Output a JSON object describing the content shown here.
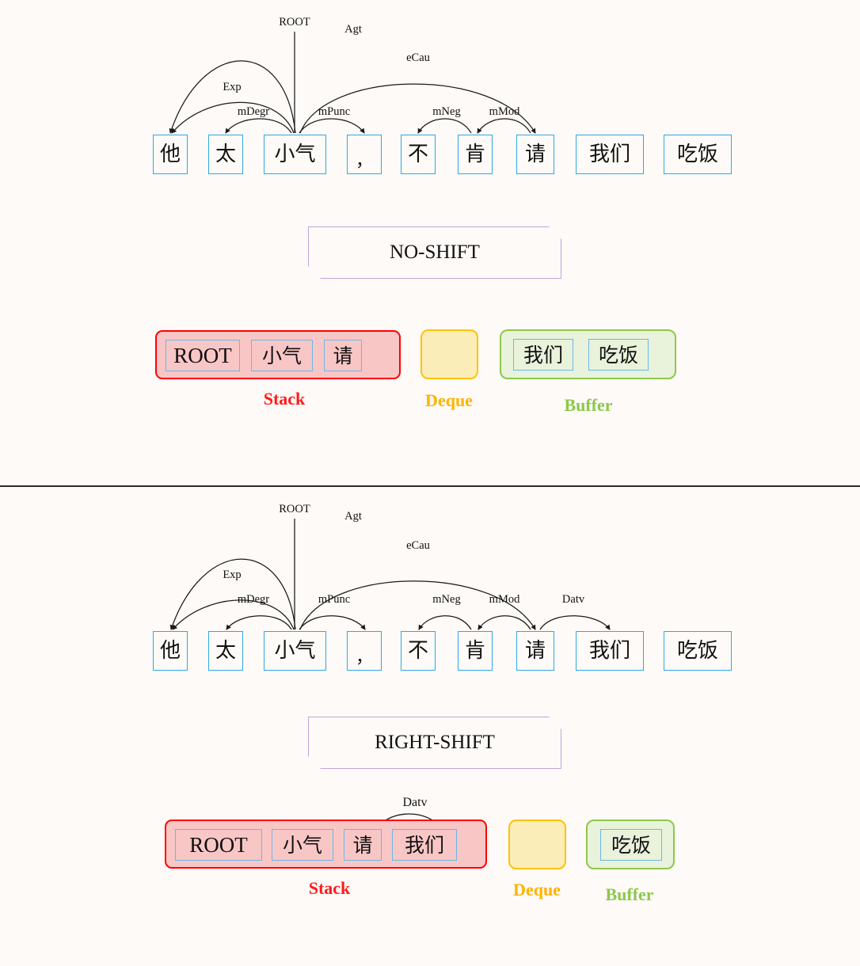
{
  "meta": {
    "background": "#FDFAF7",
    "word_box_border": "#2FA8E8",
    "arc_color": "#1b1b1b",
    "action_border": "#BFA3DC",
    "stack_border": "#FF0000",
    "stack_fill": "#F9C6C6",
    "deque_border": "#FFC107",
    "deque_fill": "#FBEDB7",
    "buffer_border": "#8DC84A",
    "buffer_fill": "#E9F2DA"
  },
  "sentence": {
    "tokens": [
      "他",
      "太",
      "小气",
      "，",
      "不",
      "肯",
      "请",
      "我们",
      "吃饭"
    ]
  },
  "panel_top": {
    "tree": {
      "root_label": "ROOT",
      "arcs": [
        {
          "label": "Agt",
          "head": "小气",
          "dep": "他"
        },
        {
          "label": "Exp",
          "head": "小气",
          "dep": "他"
        },
        {
          "label": "mDegr",
          "head": "小气",
          "dep": "太"
        },
        {
          "label": "mPunc",
          "head": "小气",
          "dep": "，"
        },
        {
          "label": "eCau",
          "head": "小气",
          "dep": "请"
        },
        {
          "label": "mNeg",
          "head": "肯",
          "dep": "不"
        },
        {
          "label": "mMod",
          "head": "请",
          "dep": "肯"
        }
      ],
      "labels": [
        "ROOT",
        "Agt",
        "eCau",
        "Exp",
        "mDegr",
        "mPunc",
        "mNeg",
        "mMod"
      ]
    },
    "action": {
      "label": "NO-SHIFT"
    },
    "stack": {
      "caption": "Stack",
      "items": [
        "ROOT",
        "小气",
        "请"
      ]
    },
    "deque": {
      "caption": "Deque",
      "items": []
    },
    "buffer": {
      "caption": "Buffer",
      "items": [
        "我们",
        "吃饭"
      ]
    }
  },
  "panel_bottom": {
    "tree": {
      "root_label": "ROOT",
      "arcs": [
        {
          "label": "Agt",
          "head": "小气",
          "dep": "他"
        },
        {
          "label": "Exp",
          "head": "小气",
          "dep": "他"
        },
        {
          "label": "mDegr",
          "head": "小气",
          "dep": "太"
        },
        {
          "label": "mPunc",
          "head": "小气",
          "dep": "，"
        },
        {
          "label": "eCau",
          "head": "小气",
          "dep": "请"
        },
        {
          "label": "mNeg",
          "head": "肯",
          "dep": "不"
        },
        {
          "label": "mMod",
          "head": "请",
          "dep": "肯"
        },
        {
          "label": "Datv",
          "head": "请",
          "dep": "我们"
        }
      ],
      "labels": [
        "ROOT",
        "Agt",
        "eCau",
        "Exp",
        "mDegr",
        "mPunc",
        "mNeg",
        "mMod",
        "Datv"
      ]
    },
    "action": {
      "label": "RIGHT-SHIFT"
    },
    "stack": {
      "caption": "Stack",
      "items": [
        "ROOT",
        "小气",
        "请",
        "我们"
      ],
      "arc_label": "Datv"
    },
    "deque": {
      "caption": "Deque",
      "items": []
    },
    "buffer": {
      "caption": "Buffer",
      "items": [
        "吃饭"
      ]
    }
  }
}
